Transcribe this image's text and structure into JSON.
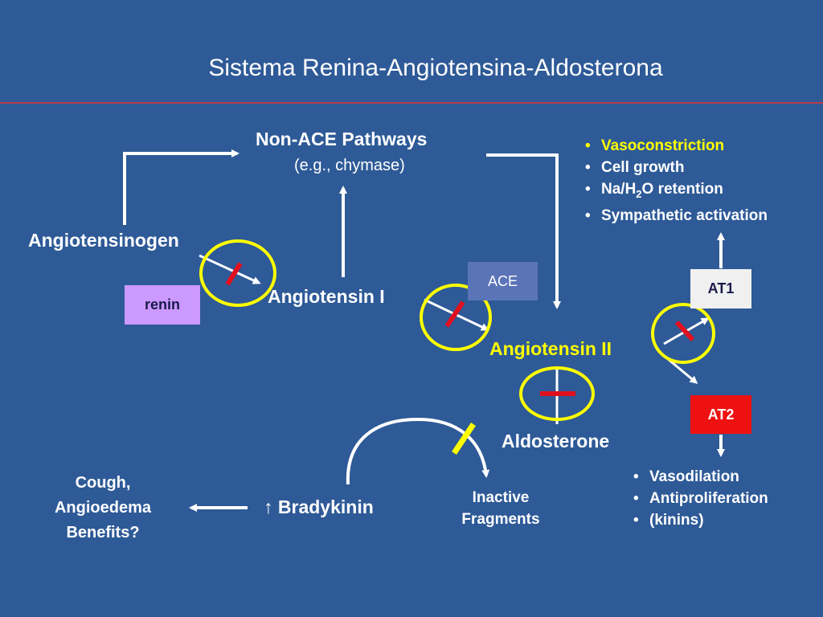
{
  "title": "Sistema Renina-Angiotensina-Aldosterona",
  "nodes": {
    "non_ace_pathways": "Non-ACE Pathways",
    "non_ace_example": "(e.g., chymase)",
    "angiotensinogen": "Angiotensinogen",
    "angiotensin_i": "Angiotensin I",
    "angiotensin_ii": "Angiotensin II",
    "aldosterone": "Aldosterone",
    "bradykinin": "↑ Bradykinin",
    "inactive_fragments_line1": "Inactive",
    "inactive_fragments_line2": "Fragments",
    "cough_line1": "Cough,",
    "cough_line2": "Angioedema",
    "cough_line3": "Benefits?"
  },
  "boxes": {
    "renin": "renin",
    "ace": "ACE",
    "at1": "AT1",
    "at2": "AT2"
  },
  "at1_effects": {
    "item1": "Vasoconstriction",
    "item2": "Cell growth",
    "item3_pre": "Na/H",
    "item3_sub": "2",
    "item3_post": "O retention",
    "item4": "Sympathetic activation"
  },
  "at2_effects": {
    "item1": "Vasodilation",
    "item2": "Antiproliferation",
    "item3": "(kinins)"
  },
  "colors": {
    "background": "#2e5a97",
    "title_rule": "#b83a4b",
    "highlight_yellow": "#ffff00",
    "block_red": "#e0101e",
    "renin_box": "#cc99ff",
    "ace_box": "#5b74b8",
    "at1_box": "#f0f0f0",
    "at2_box": "#ee1111"
  }
}
